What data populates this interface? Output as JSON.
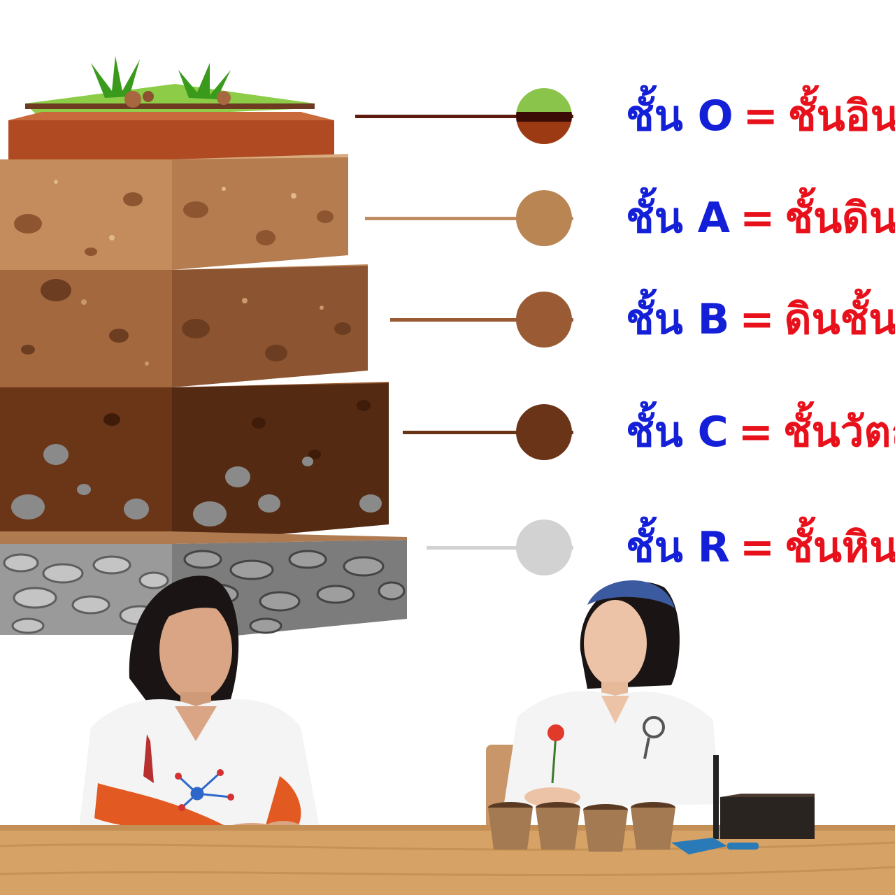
{
  "legend": [
    {
      "layer": "ชั้น O",
      "eq": "=",
      "desc": "ชั้นอินเ",
      "color": "#8ac44a"
    },
    {
      "layer": "ชั้น A",
      "eq": "=",
      "desc": "ชั้นดินเ",
      "color": "#b98553"
    },
    {
      "layer": "ชั้น B",
      "eq": "=",
      "desc": "ดินชั้นล",
      "color": "#9a5b34"
    },
    {
      "layer": "ชั้น C",
      "eq": "=",
      "desc": "ชั้นวัตถ",
      "color": "#6a3418"
    },
    {
      "layer": "ชั้น R",
      "eq": "=",
      "desc": "ชั้นหินเ",
      "color": "#d2d2d2"
    }
  ],
  "colors": {
    "layer_text": "#1420d8",
    "desc_text": "#e8101a"
  }
}
